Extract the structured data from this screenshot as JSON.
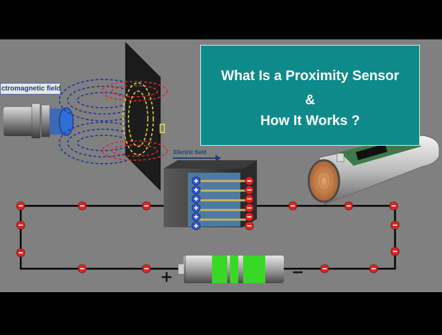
{
  "title": {
    "line1": "What Is a Proximity Sensor",
    "line2": "&",
    "line3": "How It Works ?"
  },
  "labels": {
    "electromagnetic_field": "ctromagnetic field",
    "electric_field": "Electric field"
  },
  "battery": {
    "positive_terminal": "+",
    "negative_terminal": "−"
  },
  "colors": {
    "background": "#808080",
    "title_box": "#0f8a8a",
    "charge_red": "#e8201e",
    "charge_blue": "#2f54d8",
    "battery_green": "#37d926"
  }
}
